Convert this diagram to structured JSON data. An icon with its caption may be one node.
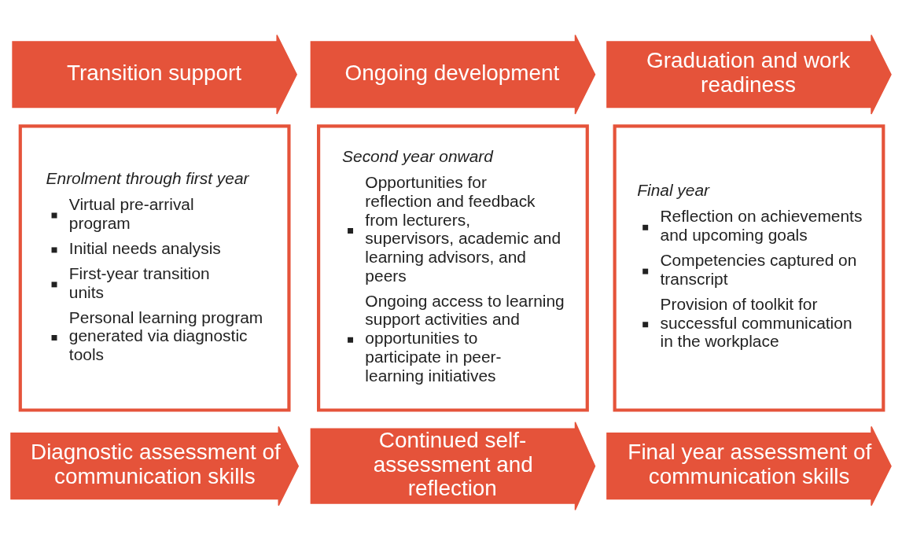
{
  "diagram": {
    "nodes": [
      {
        "text": [
          "Transition support"
        ]
      },
      {
        "text": [
          "Ongoing development"
        ]
      },
      {
        "text": [
          "Graduation and work readiness"
        ]
      },
      {
        "text": [
          "Enrolment through first year",
          "Virtual pre-arrival program",
          "Initial needs analysis",
          "First-year transition units",
          "Personal learning program generated via diagnostic tools"
        ]
      },
      {
        "text": [
          "Second year onward",
          "Opportunities for reflection and feedback from lecturers, supervisors, academic and learning advisors, and peers",
          "Ongoing access to learning support activities and opportunities to participate in peer-learning initiatives"
        ]
      },
      {
        "text": [
          "Final year",
          "Reflection on achievements and upcoming goals",
          "Competencies captured on transcript",
          "Provision of toolkit for successful communication in the workplace"
        ]
      },
      {
        "text": [
          "Diagnostic assessment of communication skills"
        ]
      },
      {
        "text": [
          "Continued self-assessment and reflection"
        ]
      },
      {
        "text": [
          "Final year assessment of communication skills"
        ]
      }
    ]
  }
}
